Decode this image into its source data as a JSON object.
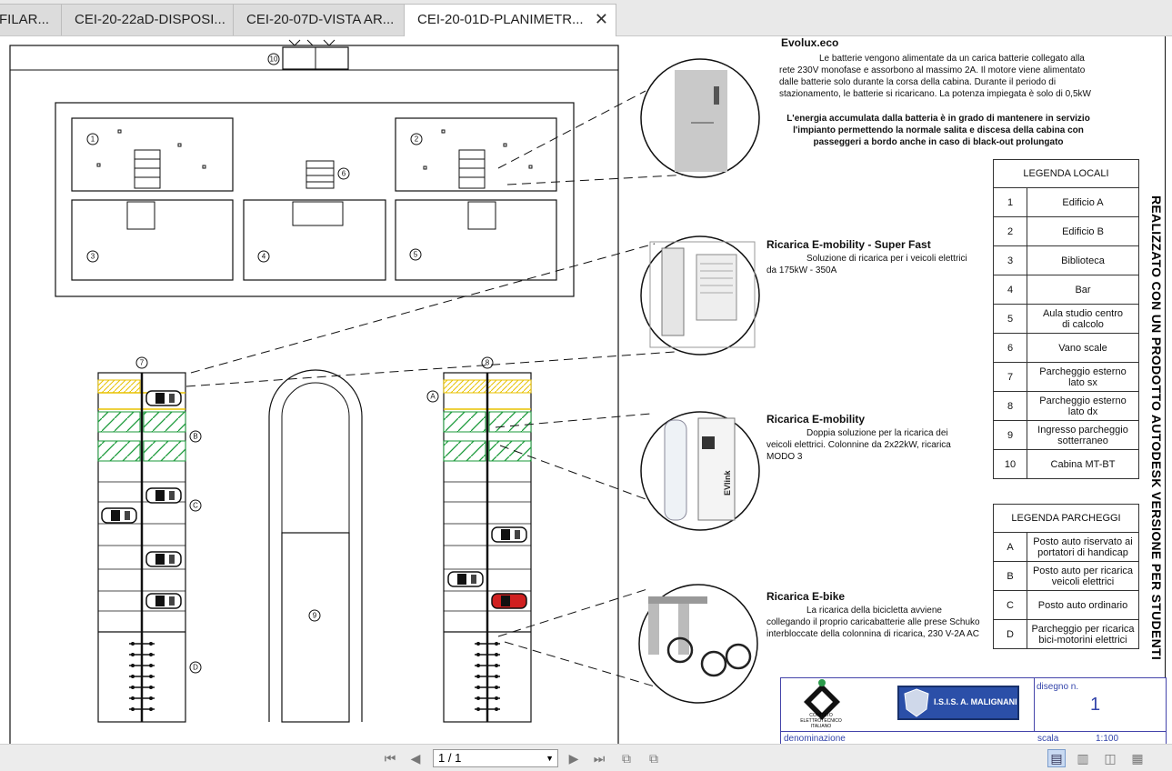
{
  "tabs": [
    {
      "label": "FILAR..."
    },
    {
      "label": "CEI-20-22aD-DISPOSI..."
    },
    {
      "label": "CEI-20-07D-VISTA AR..."
    },
    {
      "label": "CEI-20-01D-PLANIMETR...",
      "active": true
    }
  ],
  "plan_markers": {
    "m1": "1",
    "m2": "2",
    "m3": "3",
    "m4": "4",
    "m5": "5",
    "m6": "6",
    "m7": "7",
    "m8": "8",
    "m9": "9",
    "m10": "10",
    "mA": "A",
    "mB": "B",
    "mC": "C",
    "mD": "D"
  },
  "evolux": {
    "title": "Evolux.eco",
    "body": "Le batterie vengono alimentate da un carica batterie collegato alla rete 230V monofase e assorbono al massimo 2A. Il motore viene alimentato dalle batterie solo durante la corsa della cabina. Durante il periodo di stazionamento, le batterie si ricaricano. La potenza impiegata è solo di 0,5kW",
    "highlight": "L'energia accumulata dalla batteria è in grado di mantenere in servizio l'impianto permettendo la normale salita e discesa della cabina con passeggeri a bordo anche in caso di black-out prolungato"
  },
  "superfast": {
    "title": "Ricarica E-mobility - Super Fast",
    "body": "Soluzione di ricarica per i veicoli elettrici da 175kW - 350A"
  },
  "emobility": {
    "title": "Ricarica E-mobility",
    "body": "Doppia soluzione per la ricarica dei veicoli elettrici. Colonnine da 2x22kW, ricarica MODO 3",
    "brand": "EVlink"
  },
  "ebike": {
    "title": "Ricarica E-bike",
    "body": "La ricarica della bicicletta avviene collegando il proprio caricabatterie alle prese Schuko interbloccate della colonnina di ricarica, 230 V-2A AC"
  },
  "legenda_locali": {
    "title": "LEGENDA LOCALI",
    "rows": [
      {
        "n": "1",
        "label": "Edificio A"
      },
      {
        "n": "2",
        "label": "Edificio B"
      },
      {
        "n": "3",
        "label": "Biblioteca"
      },
      {
        "n": "4",
        "label": "Bar"
      },
      {
        "n": "5",
        "label": "Aula studio centro di calcolo"
      },
      {
        "n": "6",
        "label": "Vano scale"
      },
      {
        "n": "7",
        "label": "Parcheggio esterno lato sx"
      },
      {
        "n": "8",
        "label": "Parcheggio esterno lato dx"
      },
      {
        "n": "9",
        "label": "Ingresso parcheggio sotterraneo"
      },
      {
        "n": "10",
        "label": "Cabina MT-BT"
      }
    ]
  },
  "legenda_parcheggi": {
    "title": "LEGENDA PARCHEGGI",
    "rows": [
      {
        "n": "A",
        "label": "Posto auto riservato ai portatori di handicap"
      },
      {
        "n": "B",
        "label": "Posto auto per ricarica veicoli elettrici"
      },
      {
        "n": "C",
        "label": "Posto auto ordinario"
      },
      {
        "n": "D",
        "label": "Parcheggio per ricarica bici-motorini elettrici"
      }
    ]
  },
  "vertical_note": "REALIZZATO CON UN PRODOTTO AUTODESK VERSIONE PER STUDENTI",
  "titleblock": {
    "committee": "COMITATO ELETTROTECNICO ITALIANO",
    "school": "I.S.I.S. A. MALIGNANI",
    "disegno_label": "disegno n.",
    "disegno_value": "1",
    "denominazione_label": "denominazione",
    "scala_label": "scala",
    "scala_value": "1:100"
  },
  "viewer": {
    "page_value": "1 / 1"
  },
  "colors": {
    "green": "#1a9a3a",
    "yellow": "#e8c200",
    "blue": "#3344aa",
    "red": "#d02020"
  }
}
